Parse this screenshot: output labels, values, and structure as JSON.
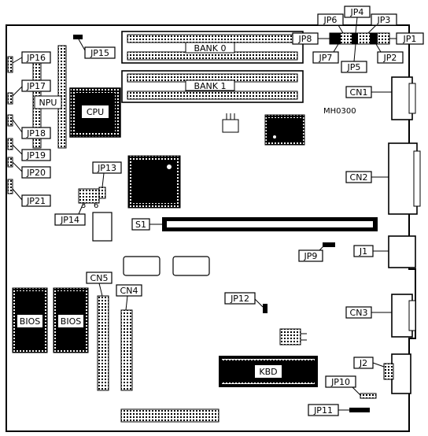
{
  "diagram": {
    "slots": {
      "bank0": "BANK 0",
      "bank1": "BANK 1"
    },
    "chips": {
      "cpu": "CPU",
      "npu": "NPU",
      "bios_left": "BIOS",
      "bios_right": "BIOS",
      "kbd": "KBD",
      "model": "MH0300"
    },
    "switch": "S1",
    "pin_numbers": {
      "left": "3",
      "right": "6"
    },
    "connectors": {
      "cn1": "CN1",
      "cn2": "CN2",
      "cn3": "CN3",
      "cn4": "CN4",
      "cn5": "CN5",
      "j1": "J1",
      "j2": "J2"
    },
    "jumpers": {
      "jp1": "JP1",
      "jp2": "JP2",
      "jp3": "JP3",
      "jp4": "JP4",
      "jp5": "JP5",
      "jp6": "JP6",
      "jp7": "JP7",
      "jp8": "JP8",
      "jp9": "JP9",
      "jp10": "JP10",
      "jp11": "JP11",
      "jp12": "JP12",
      "jp13": "JP13",
      "jp14": "JP14",
      "jp15": "JP15",
      "jp16": "JP16",
      "jp17": "JP17",
      "jp18": "JP18",
      "jp19": "JP19",
      "jp20": "JP20",
      "jp21": "JP21"
    }
  }
}
